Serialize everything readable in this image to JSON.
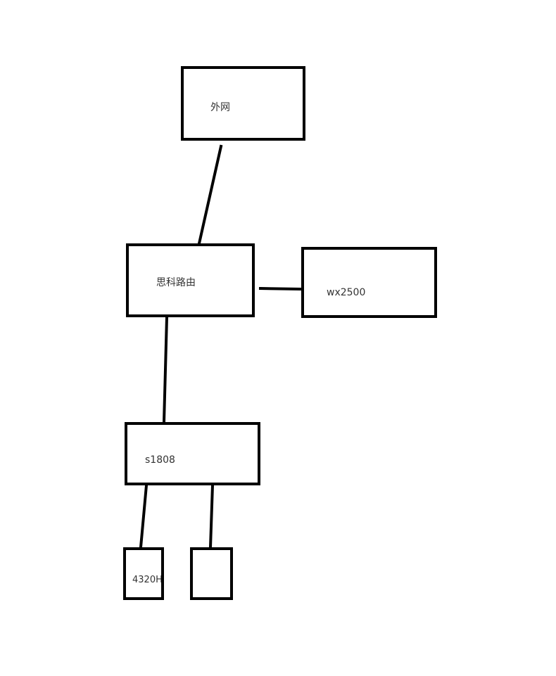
{
  "diagram": {
    "nodes": [
      {
        "id": "internet",
        "label": "外网"
      },
      {
        "id": "cisco",
        "label": "思科路由"
      },
      {
        "id": "wx",
        "label": "wx2500"
      },
      {
        "id": "s1808",
        "label": "s1808"
      },
      {
        "id": "4320h",
        "label": "4320H"
      },
      {
        "id": "blank",
        "label": ""
      }
    ],
    "edges": [
      {
        "from": "internet",
        "to": "cisco"
      },
      {
        "from": "cisco",
        "to": "wx"
      },
      {
        "from": "cisco",
        "to": "s1808"
      },
      {
        "from": "s1808",
        "to": "4320h"
      },
      {
        "from": "s1808",
        "to": "blank"
      }
    ],
    "stroke_color": "#000000",
    "label_color": "#333333"
  }
}
